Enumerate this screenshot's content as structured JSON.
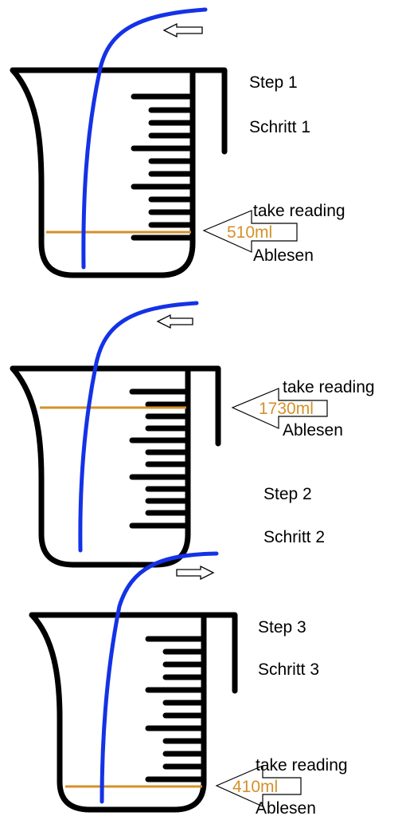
{
  "steps": [
    {
      "step_en": "Step 1",
      "step_de": "Schritt 1",
      "take_reading": "take reading",
      "reading_value": "510ml",
      "ablesen": "Ablesen",
      "flow_direction": "left"
    },
    {
      "step_en": "Step 2",
      "step_de": "Schritt 2",
      "take_reading": "take reading",
      "reading_value": "1730ml",
      "ablesen": "Ablesen",
      "flow_direction": "left"
    },
    {
      "step_en": "Step 3",
      "step_de": "Schritt 3",
      "take_reading": "take reading",
      "reading_value": "410ml",
      "ablesen": "Ablesen",
      "flow_direction": "right"
    }
  ],
  "colors": {
    "beaker": "#000000",
    "hose": "#1432e6",
    "level_line": "#d4912a",
    "reading_text": "#d4912a",
    "arrow_outline": "#000000"
  },
  "icons": {
    "beaker": "measuring-beaker-icon",
    "hose": "hose-icon",
    "flow_arrow": "hollow-arrow-icon",
    "reading_pointer": "callout-arrow-icon"
  }
}
